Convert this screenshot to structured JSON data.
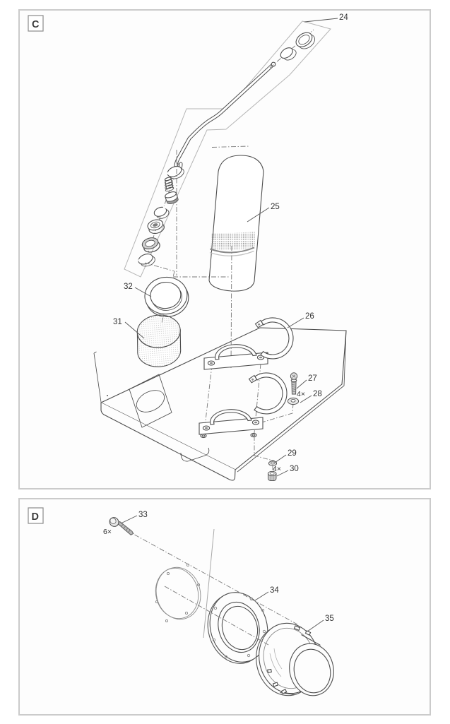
{
  "figure_type": "exploded-parts-diagram",
  "colors": {
    "line": "#4d4d4d",
    "frame_border": "#cbcbcb",
    "label_text": "#333333"
  },
  "panel_c": {
    "label": "C",
    "parts": {
      "p24": "24",
      "p25": "25",
      "p26": "26",
      "p27": "27",
      "p28": "28",
      "p29": "29",
      "p30": "30",
      "p31": "31",
      "p32": "32",
      "qty_screw_washer": "4×",
      "qty_washer_nut": "4×"
    }
  },
  "panel_d": {
    "label": "D",
    "parts": {
      "p33": "33",
      "p34": "34",
      "p35": "35",
      "qty_screw": "6×"
    }
  }
}
